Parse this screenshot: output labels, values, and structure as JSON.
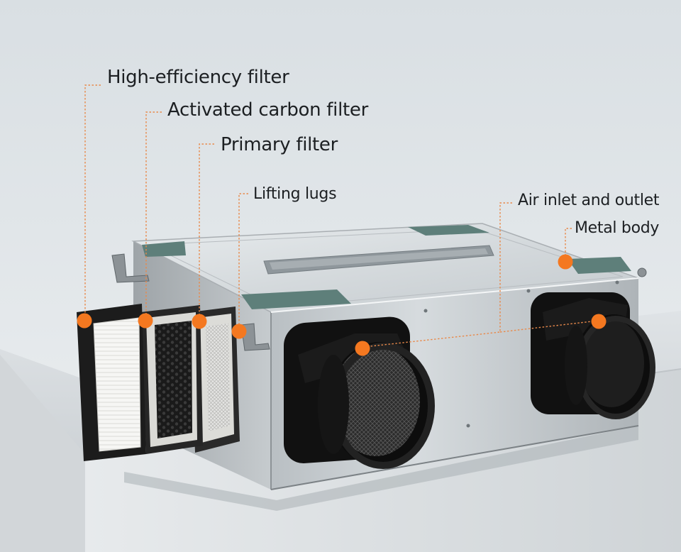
{
  "labels": {
    "high_efficiency_filter": "High-efficiency filter",
    "activated_carbon_filter": "Activated carbon filter",
    "primary_filter": "Primary filter",
    "lifting_lugs": "Lifting lugs",
    "air_inlet_outlet": "Air inlet and outlet",
    "metal_body": "Metal body"
  },
  "icons": [
    "marker-dot-icon",
    "duct-port-icon",
    "lifting-lug-icon"
  ],
  "colors": {
    "marker": "#f47820",
    "leader_line": "#e8894a",
    "background": "#e3e7ea",
    "label_text": "#1c1f22"
  }
}
